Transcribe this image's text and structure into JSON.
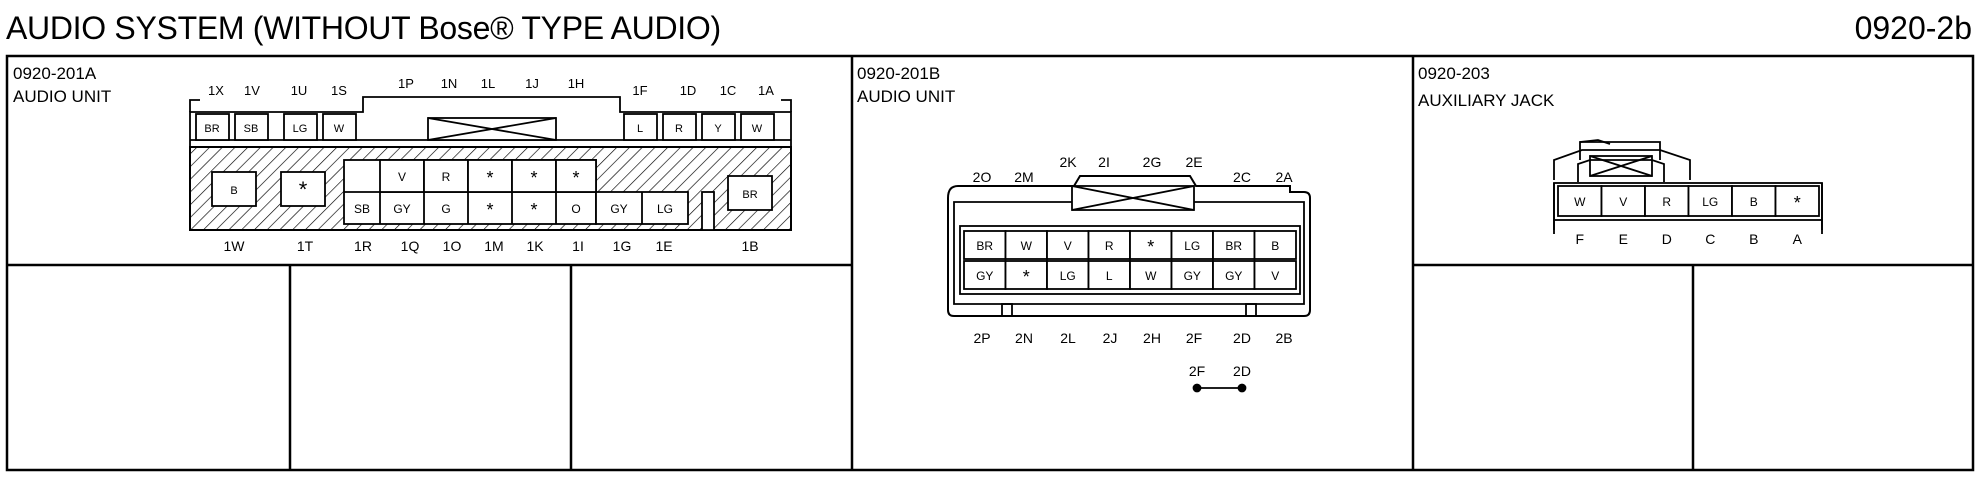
{
  "header": {
    "title": "AUDIO SYSTEM (WITHOUT Bose® TYPE AUDIO)",
    "page_code": "0920-2b"
  },
  "panels": {
    "a": {
      "code": "0920-201A",
      "name": "AUDIO UNIT"
    },
    "b": {
      "code": "0920-201B",
      "name": "AUDIO UNIT"
    },
    "c": {
      "code": "0920-203",
      "name": "AUXILIARY JACK"
    }
  },
  "connector_a": {
    "top_labels": [
      "1X",
      "1V",
      "1U",
      "1S",
      "1P",
      "1N",
      "1L",
      "1J",
      "1H",
      "1F",
      "1D",
      "1C",
      "1A"
    ],
    "bottom_labels": [
      "1W",
      "1T",
      "1R",
      "1Q",
      "1O",
      "1M",
      "1K",
      "1I",
      "1G",
      "1E",
      "1B"
    ],
    "top_left_cells": [
      "BR",
      "SB",
      "LG",
      "W"
    ],
    "top_right_cells": [
      "L",
      "R",
      "Y",
      "W"
    ],
    "side_left": [
      "B",
      "*"
    ],
    "side_right": [
      "BR"
    ],
    "mid_upper": [
      "V",
      "R",
      "*",
      "*",
      "*"
    ],
    "mid_lower": [
      "SB",
      "GY",
      "G",
      "*",
      "*",
      "O",
      "GY",
      "LG"
    ]
  },
  "connector_b": {
    "top_labels": [
      "2O",
      "2M",
      "2K",
      "2I",
      "2G",
      "2E",
      "2C",
      "2A"
    ],
    "bottom_labels": [
      "2P",
      "2N",
      "2L",
      "2J",
      "2H",
      "2F",
      "2D",
      "2B"
    ],
    "row1": [
      "BR",
      "W",
      "V",
      "R",
      "*",
      "LG",
      "BR",
      "B"
    ],
    "row2": [
      "GY",
      "*",
      "LG",
      "L",
      "W",
      "GY",
      "GY",
      "V"
    ],
    "jumper": [
      "2F",
      "2D"
    ]
  },
  "connector_c": {
    "cells": [
      "W",
      "V",
      "R",
      "LG",
      "B",
      "*"
    ],
    "labels": [
      "F",
      "E",
      "D",
      "C",
      "B",
      "A"
    ]
  }
}
